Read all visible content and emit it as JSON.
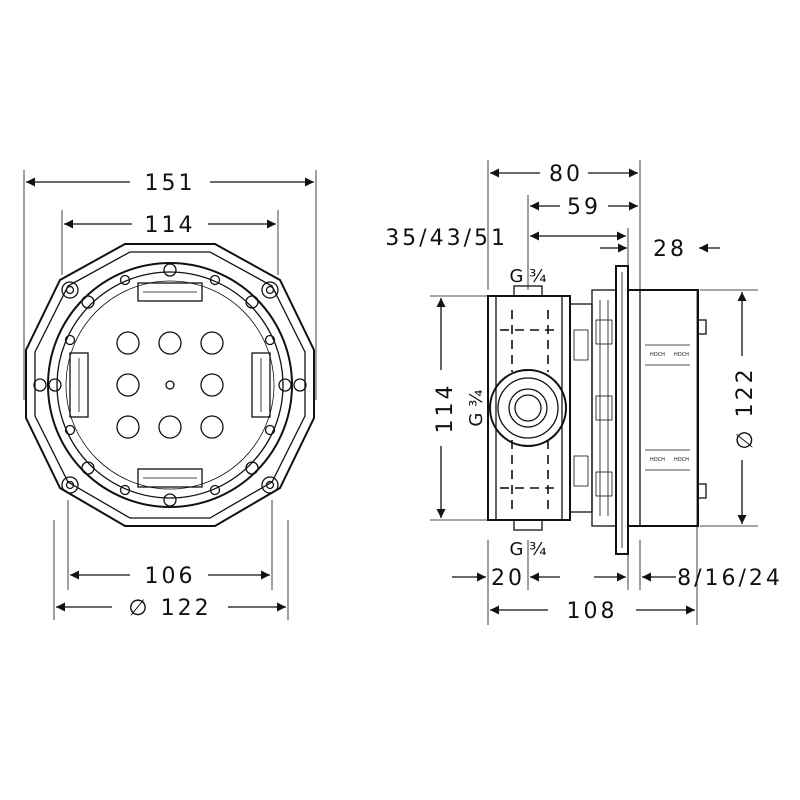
{
  "front_view": {
    "dims": {
      "width_outer": "151",
      "width_inner": "114",
      "bottom_width": "106",
      "bottom_diameter": "∅ 122"
    }
  },
  "side_view": {
    "dims": {
      "top_80": "80",
      "top_59": "59",
      "depths": "35/43/51",
      "offset_28": "28",
      "height_114": "114",
      "thread_mid": "G ¾",
      "diameter_122": "∅ 122",
      "bottom_20": "20",
      "plates": "8/16/24",
      "bottom_108": "108"
    },
    "labels": {
      "thread_top": "G ¾",
      "thread_bottom": "G ¾"
    },
    "plate_text": [
      "HOCH",
      "HOCH",
      "HOCH",
      "HOCH"
    ]
  },
  "colors": {
    "line": "#111111",
    "background": "#ffffff"
  }
}
